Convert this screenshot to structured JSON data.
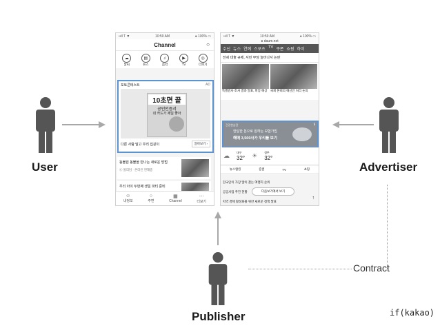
{
  "roles": {
    "user": "User",
    "advertiser": "Advertiser",
    "publisher": "Publisher"
  },
  "contract_label": "Contract",
  "brand": "if(kakao)",
  "channel_phone": {
    "status_left": "••ll T ▼",
    "status_time": "10:59 AM",
    "status_right": "● 100% ▭",
    "title": "Channel",
    "icons": [
      {
        "glyph": "☁",
        "label": "날씨"
      },
      {
        "glyph": "▤",
        "label": "뉴스"
      },
      {
        "glyph": "♫",
        "label": "음악"
      },
      {
        "glyph": "▶",
        "label": "TV"
      },
      {
        "glyph": "◎",
        "label": "더보기"
      }
    ],
    "ad_header": "포토콘테스트",
    "ad_badge": "AD",
    "ad_headline": "10초면 끝",
    "ad_sub1": "공인인증서",
    "ad_sub2": "내 카드가 제일 좋아",
    "ad_caption": "다른 사람 말고 우리 집같이",
    "ad_button": "알아보기 ›",
    "item1_text": "동물원 동물을 만나는 새로운 방법",
    "item1_meta": "Ⓒ 올리담 · 온라인 연재중",
    "item2_text": "우리 아이 두번째 생일 파티 준비",
    "bottom_nav": [
      "내정보",
      "주변",
      "Channel",
      "더보기"
    ]
  },
  "daum_phone": {
    "status_left": "••ll T ▼",
    "status_time": "10:59 AM",
    "status_right": "● 100% ▭",
    "url": "● daum.net",
    "tabs": [
      "수신",
      "뉴스",
      "연예",
      "스포츠",
      "TV",
      "쿠폰",
      "쇼핑",
      "하이"
    ],
    "headline": "전세 대출 규제, 서민 부담 늘어나서 논란",
    "news1": "특별검사 조사 결과 발표, 파장 예상",
    "news2": "국회 본회의 예산안 처리 논의",
    "ad_tag": "건강한습관",
    "ad_line1": "한달한 돈으로 원하는 보험가입",
    "ad_line2": "해매 3,500사가 우리를 보기",
    "ad_mark": "ℹ",
    "weather1_label": "대구",
    "weather1_temp": "32°",
    "weather2_label": "경주",
    "weather2_temp": "32°",
    "subtabs": [
      "뉴스랭킹",
      "증권",
      "TV",
      "쇼핑"
    ],
    "list1": "한국인이 가장 많이 찾는 여행지 순위",
    "list2": "공공사업 추진 현황",
    "popup": "다음보기에서 보기",
    "list3": "지역 경제 활성화를 위한 새로운 정책 발표"
  },
  "colors": {
    "ad_highlight": "#5b93d3",
    "person": "#555555",
    "arrow": "#a8a8a8"
  }
}
